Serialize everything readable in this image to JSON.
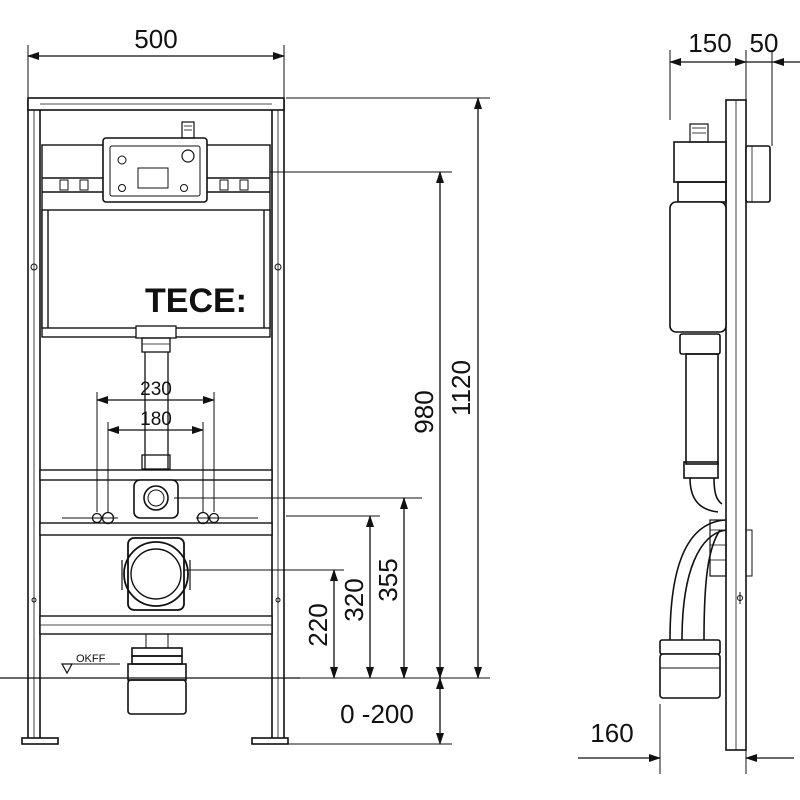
{
  "brand": {
    "logo_text": "TECE:"
  },
  "front_view": {
    "floor_label": "OKFF",
    "dimensions": {
      "frame_width": "500",
      "frame_height": "1120",
      "flush_height": "980",
      "fixing_height": "355",
      "drain_height": "320",
      "outlet_height": "220",
      "foot_adjust": "0 -200",
      "fixing_spacing_outer": "230",
      "fixing_spacing_inner": "180"
    }
  },
  "side_view": {
    "dimensions": {
      "frame_depth": "150",
      "panel_depth": "50",
      "outlet_projection": "160"
    }
  }
}
